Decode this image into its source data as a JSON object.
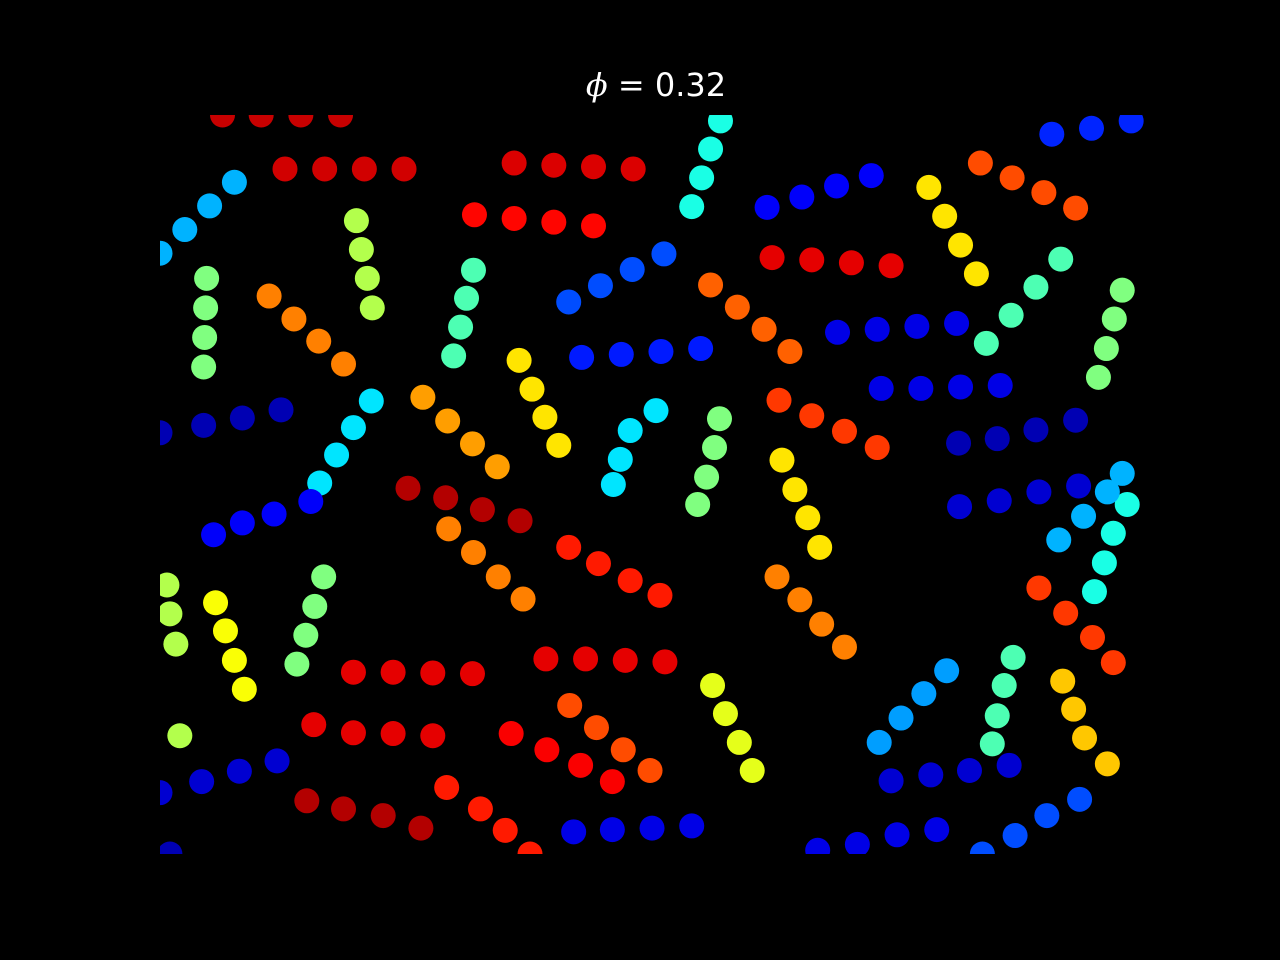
{
  "chart_data": {
    "type": "scatter",
    "title": {
      "symbol": "ϕ",
      "text": " = 0.32"
    },
    "xlim": [
      0,
      1
    ],
    "ylim": [
      0,
      1
    ],
    "marker": "circle",
    "grid": false,
    "background": "#000000",
    "colormap": "jet",
    "chains": [
      {
        "c": 0.93,
        "p": [
          [
            0.063,
            1.0
          ],
          [
            0.102,
            1.0
          ],
          [
            0.142,
            1.0
          ],
          [
            0.182,
            1.0
          ]
        ]
      },
      {
        "c": 0.92,
        "p": [
          [
            0.126,
            0.927
          ],
          [
            0.166,
            0.927
          ],
          [
            0.206,
            0.927
          ],
          [
            0.246,
            0.927
          ]
        ]
      },
      {
        "c": 0.91,
        "p": [
          [
            0.357,
            0.935
          ],
          [
            0.397,
            0.932
          ],
          [
            0.437,
            0.93
          ],
          [
            0.477,
            0.927
          ]
        ]
      },
      {
        "c": 0.87,
        "p": [
          [
            0.317,
            0.865
          ],
          [
            0.357,
            0.86
          ],
          [
            0.397,
            0.855
          ],
          [
            0.437,
            0.85
          ]
        ]
      },
      {
        "c": 0.3,
        "p": [
          [
            0.0,
            0.813
          ],
          [
            0.025,
            0.845
          ],
          [
            0.05,
            0.877
          ],
          [
            0.075,
            0.909
          ]
        ]
      },
      {
        "c": 0.55,
        "p": [
          [
            0.198,
            0.857
          ],
          [
            0.203,
            0.818
          ],
          [
            0.209,
            0.779
          ],
          [
            0.214,
            0.739
          ]
        ]
      },
      {
        "c": 0.5,
        "p": [
          [
            0.047,
            0.779
          ],
          [
            0.046,
            0.739
          ],
          [
            0.045,
            0.699
          ],
          [
            0.044,
            0.659
          ]
        ]
      },
      {
        "c": 0.75,
        "p": [
          [
            0.11,
            0.755
          ],
          [
            0.135,
            0.724
          ],
          [
            0.16,
            0.694
          ],
          [
            0.185,
            0.663
          ]
        ]
      },
      {
        "c": 0.45,
        "p": [
          [
            0.316,
            0.79
          ],
          [
            0.309,
            0.752
          ],
          [
            0.303,
            0.713
          ],
          [
            0.296,
            0.674
          ]
        ]
      },
      {
        "c": 0.2,
        "p": [
          [
            0.412,
            0.747
          ],
          [
            0.444,
            0.769
          ],
          [
            0.476,
            0.791
          ],
          [
            0.508,
            0.812
          ]
        ]
      },
      {
        "c": 0.4,
        "p": [
          [
            0.565,
            0.992
          ],
          [
            0.555,
            0.954
          ],
          [
            0.546,
            0.915
          ],
          [
            0.536,
            0.876
          ]
        ]
      },
      {
        "c": 0.12,
        "p": [
          [
            0.612,
            0.875
          ],
          [
            0.647,
            0.889
          ],
          [
            0.682,
            0.904
          ],
          [
            0.717,
            0.918
          ]
        ]
      },
      {
        "c": 0.9,
        "p": [
          [
            0.617,
            0.807
          ],
          [
            0.657,
            0.804
          ],
          [
            0.697,
            0.8
          ],
          [
            0.737,
            0.796
          ]
        ]
      },
      {
        "c": 0.78,
        "p": [
          [
            0.555,
            0.77
          ],
          [
            0.582,
            0.74
          ],
          [
            0.609,
            0.71
          ],
          [
            0.635,
            0.68
          ]
        ]
      },
      {
        "c": 0.15,
        "p": [
          [
            0.425,
            0.672
          ],
          [
            0.465,
            0.676
          ],
          [
            0.505,
            0.68
          ],
          [
            0.545,
            0.684
          ]
        ]
      },
      {
        "c": 0.1,
        "p": [
          [
            0.683,
            0.706
          ],
          [
            0.723,
            0.71
          ],
          [
            0.763,
            0.714
          ],
          [
            0.803,
            0.718
          ]
        ]
      },
      {
        "c": 0.1,
        "p": [
          [
            0.727,
            0.63
          ],
          [
            0.767,
            0.63
          ],
          [
            0.807,
            0.632
          ],
          [
            0.847,
            0.634
          ]
        ]
      },
      {
        "c": 0.65,
        "p": [
          [
            0.775,
            0.902
          ],
          [
            0.791,
            0.863
          ],
          [
            0.807,
            0.824
          ],
          [
            0.823,
            0.785
          ]
        ]
      },
      {
        "c": 0.8,
        "p": [
          [
            0.827,
            0.935
          ],
          [
            0.859,
            0.915
          ],
          [
            0.891,
            0.895
          ],
          [
            0.923,
            0.874
          ]
        ]
      },
      {
        "c": 0.16,
        "p": [
          [
            0.899,
            0.974
          ],
          [
            0.939,
            0.982
          ],
          [
            0.979,
            0.992
          ]
        ]
      },
      {
        "c": 0.45,
        "p": [
          [
            0.908,
            0.805
          ],
          [
            0.883,
            0.767
          ],
          [
            0.858,
            0.729
          ],
          [
            0.833,
            0.691
          ]
        ]
      },
      {
        "c": 0.5,
        "p": [
          [
            0.97,
            0.763
          ],
          [
            0.962,
            0.724
          ],
          [
            0.954,
            0.684
          ],
          [
            0.946,
            0.645
          ]
        ]
      },
      {
        "c": 0.05,
        "p": [
          [
            0.0,
            0.57
          ],
          [
            0.044,
            0.58
          ],
          [
            0.083,
            0.59
          ],
          [
            0.122,
            0.601
          ]
        ]
      },
      {
        "c": 0.35,
        "p": [
          [
            0.213,
            0.613
          ],
          [
            0.195,
            0.577
          ],
          [
            0.178,
            0.54
          ],
          [
            0.161,
            0.502
          ]
        ]
      },
      {
        "c": 0.72,
        "p": [
          [
            0.265,
            0.618
          ],
          [
            0.29,
            0.586
          ],
          [
            0.315,
            0.555
          ],
          [
            0.34,
            0.524
          ]
        ]
      },
      {
        "c": 0.65,
        "p": [
          [
            0.362,
            0.668
          ],
          [
            0.375,
            0.629
          ],
          [
            0.388,
            0.591
          ],
          [
            0.402,
            0.553
          ]
        ]
      },
      {
        "c": 0.35,
        "p": [
          [
            0.5,
            0.6
          ],
          [
            0.474,
            0.573
          ],
          [
            0.464,
            0.534
          ],
          [
            0.457,
            0.5
          ]
        ]
      },
      {
        "c": 0.5,
        "p": [
          [
            0.564,
            0.589
          ],
          [
            0.559,
            0.55
          ],
          [
            0.551,
            0.51
          ],
          [
            0.542,
            0.473
          ]
        ]
      },
      {
        "c": 0.82,
        "p": [
          [
            0.624,
            0.614
          ],
          [
            0.657,
            0.593
          ],
          [
            0.69,
            0.572
          ],
          [
            0.723,
            0.55
          ]
        ]
      },
      {
        "c": 0.65,
        "p": [
          [
            0.627,
            0.533
          ],
          [
            0.64,
            0.493
          ],
          [
            0.653,
            0.455
          ],
          [
            0.665,
            0.415
          ]
        ]
      },
      {
        "c": 0.12,
        "p": [
          [
            0.054,
            0.432
          ],
          [
            0.083,
            0.448
          ],
          [
            0.115,
            0.46
          ],
          [
            0.152,
            0.477
          ]
        ]
      },
      {
        "c": 0.95,
        "p": [
          [
            0.25,
            0.495
          ],
          [
            0.288,
            0.482
          ],
          [
            0.325,
            0.466
          ],
          [
            0.363,
            0.451
          ]
        ]
      },
      {
        "c": 0.75,
        "p": [
          [
            0.291,
            0.44
          ],
          [
            0.316,
            0.408
          ],
          [
            0.341,
            0.375
          ],
          [
            0.366,
            0.345
          ]
        ]
      },
      {
        "c": 0.85,
        "p": [
          [
            0.412,
            0.415
          ],
          [
            0.442,
            0.393
          ],
          [
            0.474,
            0.37
          ],
          [
            0.504,
            0.35
          ]
        ]
      },
      {
        "c": 0.08,
        "p": [
          [
            0.806,
            0.47
          ],
          [
            0.846,
            0.478
          ],
          [
            0.886,
            0.49
          ],
          [
            0.926,
            0.498
          ]
        ]
      },
      {
        "c": 0.05,
        "p": [
          [
            0.805,
            0.556
          ],
          [
            0.844,
            0.562
          ],
          [
            0.883,
            0.574
          ],
          [
            0.923,
            0.587
          ]
        ]
      },
      {
        "c": 0.4,
        "p": [
          [
            0.975,
            0.473
          ],
          [
            0.961,
            0.434
          ],
          [
            0.952,
            0.394
          ],
          [
            0.942,
            0.355
          ]
        ]
      },
      {
        "c": 0.3,
        "p": [
          [
            0.906,
            0.425
          ],
          [
            0.931,
            0.457
          ],
          [
            0.955,
            0.49
          ],
          [
            0.97,
            0.515
          ]
        ]
      },
      {
        "c": 0.55,
        "p": [
          [
            0.016,
            0.284
          ],
          [
            0.01,
            0.325
          ],
          [
            0.007,
            0.364
          ],
          [
            0.02,
            0.16
          ]
        ]
      },
      {
        "c": 0.62,
        "p": [
          [
            0.056,
            0.34
          ],
          [
            0.066,
            0.302
          ],
          [
            0.075,
            0.262
          ],
          [
            0.085,
            0.223
          ]
        ]
      },
      {
        "c": 0.5,
        "p": [
          [
            0.138,
            0.257
          ],
          [
            0.147,
            0.296
          ],
          [
            0.156,
            0.335
          ],
          [
            0.165,
            0.375
          ]
        ]
      },
      {
        "c": 0.9,
        "p": [
          [
            0.195,
            0.246
          ],
          [
            0.235,
            0.246
          ],
          [
            0.275,
            0.245
          ],
          [
            0.315,
            0.244
          ]
        ]
      },
      {
        "c": 0.9,
        "p": [
          [
            0.389,
            0.264
          ],
          [
            0.429,
            0.264
          ],
          [
            0.469,
            0.262
          ],
          [
            0.509,
            0.26
          ]
        ]
      },
      {
        "c": 0.8,
        "p": [
          [
            0.413,
            0.201
          ],
          [
            0.44,
            0.171
          ],
          [
            0.467,
            0.141
          ],
          [
            0.494,
            0.113
          ]
        ]
      },
      {
        "c": 0.6,
        "p": [
          [
            0.557,
            0.228
          ],
          [
            0.57,
            0.19
          ],
          [
            0.584,
            0.151
          ],
          [
            0.597,
            0.113
          ]
        ]
      },
      {
        "c": 0.75,
        "p": [
          [
            0.622,
            0.375
          ],
          [
            0.645,
            0.344
          ],
          [
            0.667,
            0.311
          ],
          [
            0.69,
            0.28
          ]
        ]
      },
      {
        "c": 0.82,
        "p": [
          [
            0.886,
            0.36
          ],
          [
            0.913,
            0.326
          ],
          [
            0.94,
            0.293
          ],
          [
            0.961,
            0.259
          ]
        ]
      },
      {
        "c": 0.68,
        "p": [
          [
            0.91,
            0.234
          ],
          [
            0.921,
            0.196
          ],
          [
            0.932,
            0.157
          ],
          [
            0.955,
            0.122
          ]
        ]
      },
      {
        "c": 0.28,
        "p": [
          [
            0.725,
            0.151
          ],
          [
            0.747,
            0.184
          ],
          [
            0.77,
            0.217
          ],
          [
            0.793,
            0.248
          ]
        ]
      },
      {
        "c": 0.45,
        "p": [
          [
            0.839,
            0.149
          ],
          [
            0.844,
            0.187
          ],
          [
            0.851,
            0.228
          ],
          [
            0.86,
            0.266
          ]
        ]
      },
      {
        "c": 0.85,
        "p": [
          [
            0.289,
            0.09
          ],
          [
            0.323,
            0.061
          ],
          [
            0.348,
            0.032
          ],
          [
            0.373,
            0.0
          ]
        ]
      },
      {
        "c": 0.88,
        "p": [
          [
            0.354,
            0.163
          ],
          [
            0.39,
            0.141
          ],
          [
            0.424,
            0.12
          ],
          [
            0.456,
            0.098
          ]
        ]
      },
      {
        "c": 0.9,
        "p": [
          [
            0.155,
            0.175
          ],
          [
            0.195,
            0.164
          ],
          [
            0.235,
            0.163
          ],
          [
            0.275,
            0.16
          ]
        ]
      },
      {
        "c": 0.95,
        "p": [
          [
            0.148,
            0.072
          ],
          [
            0.185,
            0.061
          ],
          [
            0.225,
            0.052
          ],
          [
            0.263,
            0.035
          ]
        ]
      },
      {
        "c": 0.08,
        "p": [
          [
            0.0,
            0.083
          ],
          [
            0.042,
            0.098
          ],
          [
            0.08,
            0.112
          ],
          [
            0.118,
            0.126
          ]
        ]
      },
      {
        "c": 0.1,
        "p": [
          [
            0.417,
            0.03
          ],
          [
            0.456,
            0.033
          ],
          [
            0.496,
            0.035
          ],
          [
            0.536,
            0.038
          ]
        ]
      },
      {
        "c": 0.1,
        "p": [
          [
            0.663,
            0.005
          ],
          [
            0.703,
            0.013
          ],
          [
            0.743,
            0.026
          ],
          [
            0.783,
            0.033
          ]
        ]
      },
      {
        "c": 0.2,
        "p": [
          [
            0.829,
            0.0
          ],
          [
            0.862,
            0.025
          ],
          [
            0.894,
            0.052
          ],
          [
            0.927,
            0.074
          ]
        ]
      },
      {
        "c": 0.05,
        "p": [
          [
            0.01,
            0.0
          ]
        ]
      },
      {
        "c": 0.08,
        "p": [
          [
            0.737,
            0.099
          ],
          [
            0.777,
            0.107
          ],
          [
            0.816,
            0.113
          ],
          [
            0.856,
            0.12
          ]
        ]
      }
    ]
  }
}
